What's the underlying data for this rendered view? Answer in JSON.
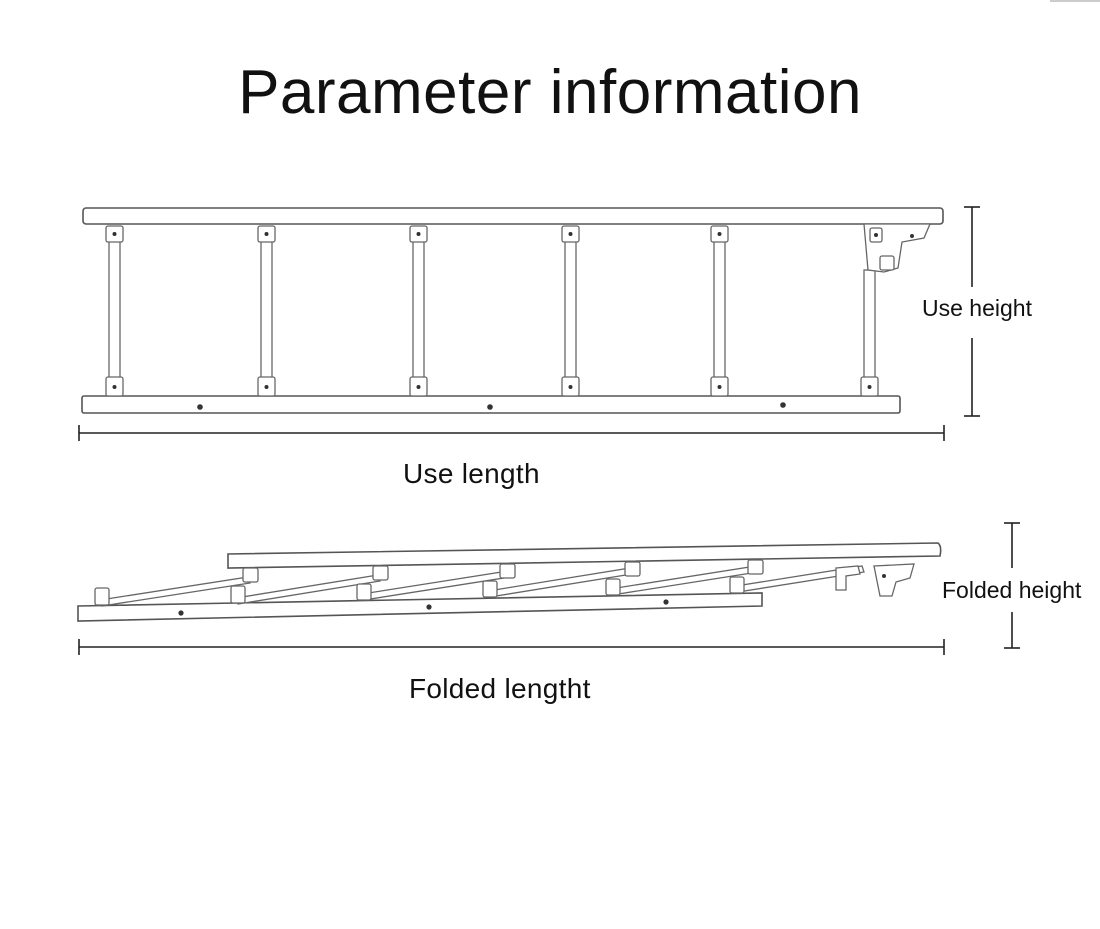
{
  "title": "Parameter information",
  "labels": {
    "use_height": "Use height",
    "use_length": "Use length",
    "folded_height": "Folded height",
    "folded_length": "Folded lengtht"
  }
}
